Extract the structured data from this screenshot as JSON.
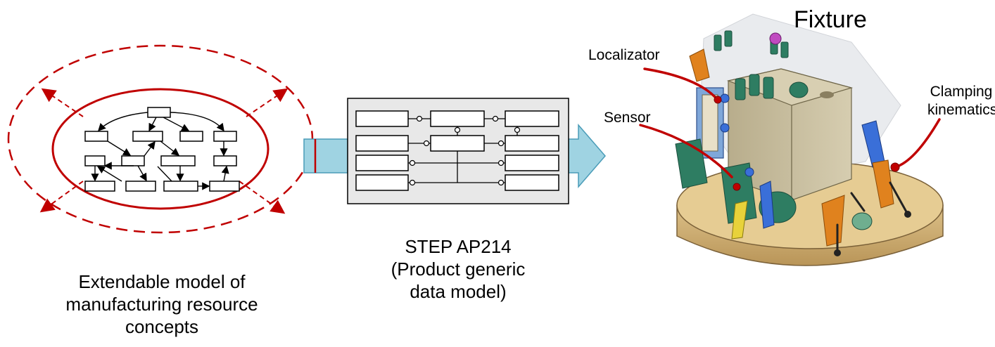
{
  "left_caption": [
    "Extendable model of",
    "manufacturing resource",
    "concepts"
  ],
  "middle_caption": [
    "STEP AP214",
    "(Product generic",
    "data model)"
  ],
  "fixture": {
    "title": "Fixture",
    "callouts": {
      "localizator": "Localizator",
      "sensor": "Sensor",
      "clamping": [
        "Clamping",
        "kinematics"
      ]
    }
  },
  "colors": {
    "accent_red": "#c00000",
    "arrow_fill": "#9fd3e2",
    "arrow_stroke": "#4a9cb8",
    "schema_bg": "#e8e8e8",
    "base_gold": "#d8b878",
    "block_gray": "#c4ba9a",
    "clamp_orange": "#e0821e",
    "green_part": "#2e7d62",
    "blue_part": "#3a6fd8"
  }
}
